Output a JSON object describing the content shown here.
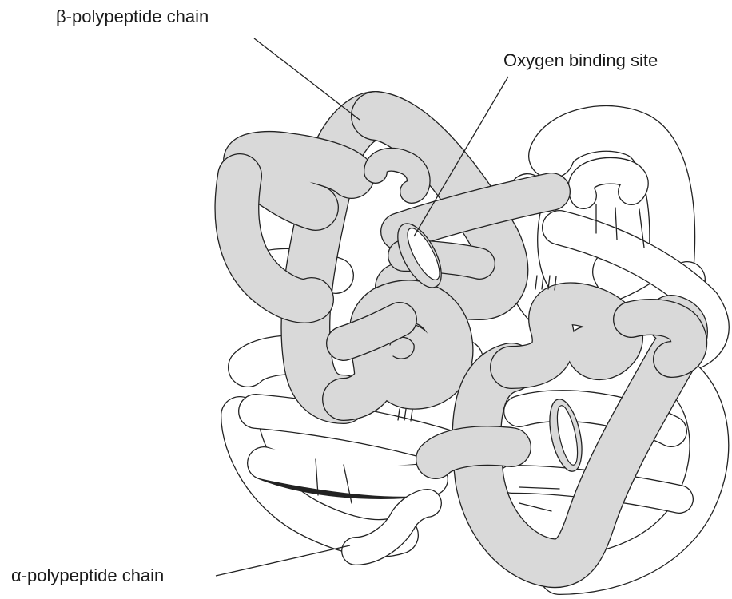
{
  "colors": {
    "background": "#ffffff",
    "beta_chain_fill": "#d9d9d9",
    "alpha_chain_fill": "#ffffff",
    "outline": "#222222"
  },
  "labels": {
    "beta_chain": "β-polypeptide chain",
    "oxygen_site": "Oxygen binding site",
    "alpha_chain": "α-polypeptide chain"
  }
}
